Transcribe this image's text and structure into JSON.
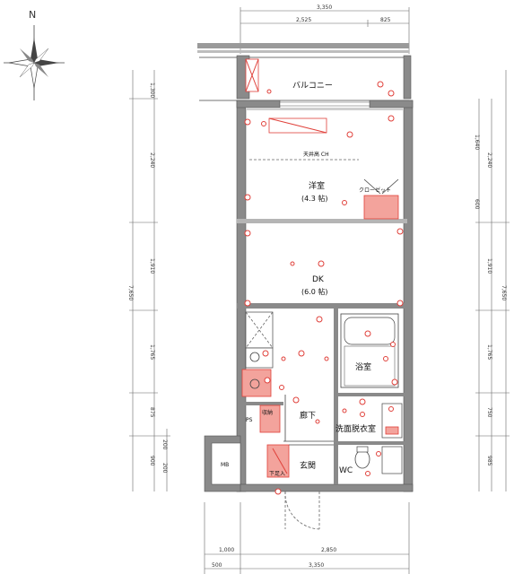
{
  "compass": {
    "north_label": "N"
  },
  "dimensions": {
    "top_total": "3,350",
    "top_left": "2,525",
    "top_right": "825",
    "bottom_upper_left": "1,000",
    "bottom_upper_right": "2,850",
    "bottom_lower_left": "500",
    "bottom_lower_right": "3,350",
    "left_balcony": "1,300",
    "left_room1": "2,240",
    "left_room2": "1,910",
    "left_room3": "1,765",
    "left_room4": "875",
    "left_room5a": "900",
    "left_room5b": "200",
    "left_room5c": "200",
    "left_total": "7,650",
    "right_a": "1,640",
    "right_b": "600",
    "right_room1": "2,240",
    "right_room2": "1,910",
    "right_room3": "1,765",
    "right_room4": "750",
    "right_room5": "985",
    "right_total": "7,650"
  },
  "rooms": {
    "balcony": "バルコニー",
    "western_room": "洋室",
    "western_room_size": "(4.3 帖)",
    "closet": "クローゼット",
    "dk": "DK",
    "dk_size": "(6.0 帖)",
    "bath": "浴室",
    "hallway": "廊下",
    "washroom": "洗面脱衣室",
    "entrance": "玄関",
    "wc": "WC",
    "ps": "PS",
    "mb": "MB",
    "storage": "収納",
    "shoe_box": "下足入",
    "ceiling_note": "天井高 CH"
  }
}
